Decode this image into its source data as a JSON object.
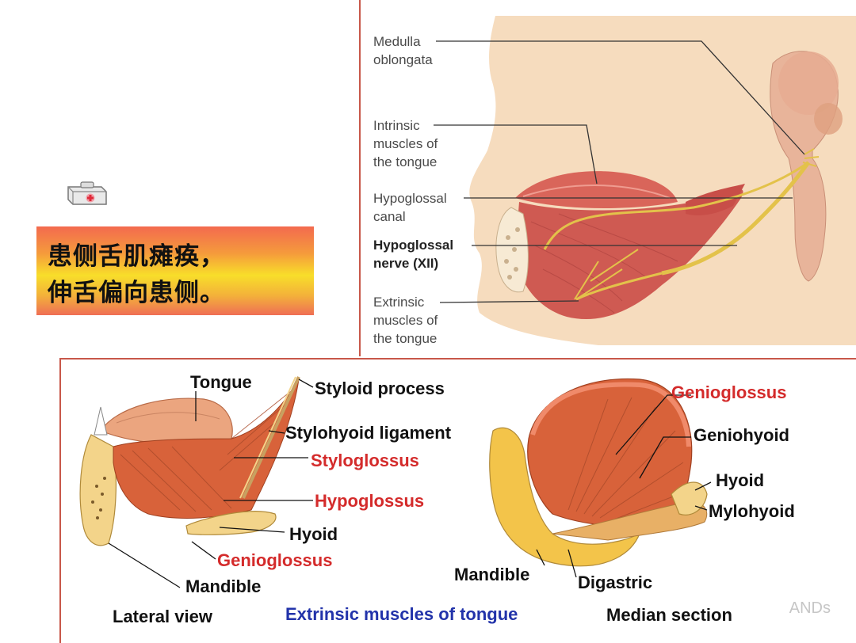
{
  "callout": {
    "line1": "患侧舌肌瘫痪，",
    "line2": "伸舌偏向患侧。"
  },
  "icons": {
    "kit": "first-aid-kit-icon"
  },
  "top_figure": {
    "labels": {
      "medulla_1": "Medulla",
      "medulla_2": "oblongata",
      "intrinsic_1": "Intrinsic",
      "intrinsic_2": "muscles of",
      "intrinsic_3": "the tongue",
      "canal_1": "Hypoglossal",
      "canal_2": "canal",
      "nerve_1": "Hypoglossal",
      "nerve_2": "nerve (XII)",
      "extrinsic_1": "Extrinsic",
      "extrinsic_2": "muscles of",
      "extrinsic_3": "the tongue"
    },
    "colors": {
      "skin": "#f6dcbe",
      "muscle": "#d9655a",
      "nerve": "#e3c24a"
    }
  },
  "bottom_figure": {
    "labels": {
      "tongue": "Tongue",
      "styloid_process": "Styloid process",
      "stylohyoid_ligament": "Stylohyoid ligament",
      "styloglossus": "Styloglossus",
      "hypoglossus": "Hypoglossus",
      "hyoid_left": "Hyoid",
      "genioglossus_left": "Genioglossus",
      "mandible_left": "Mandible",
      "lateral_view": "Lateral view",
      "title": "Extrinsic muscles of tongue",
      "genioglossus_right": "Genioglossus",
      "geniohyoid": "Geniohyoid",
      "hyoid_right": "Hyoid",
      "mylohyoid": "Mylohyoid",
      "mandible_right": "Mandible",
      "digastric": "Digastric",
      "median_section": "Median section"
    },
    "colors": {
      "red_label": "#d42b2b",
      "blue_title": "#2233aa",
      "muscle": "#d8623a",
      "bone": "#f4d58a"
    }
  },
  "watermark": "ANDs"
}
